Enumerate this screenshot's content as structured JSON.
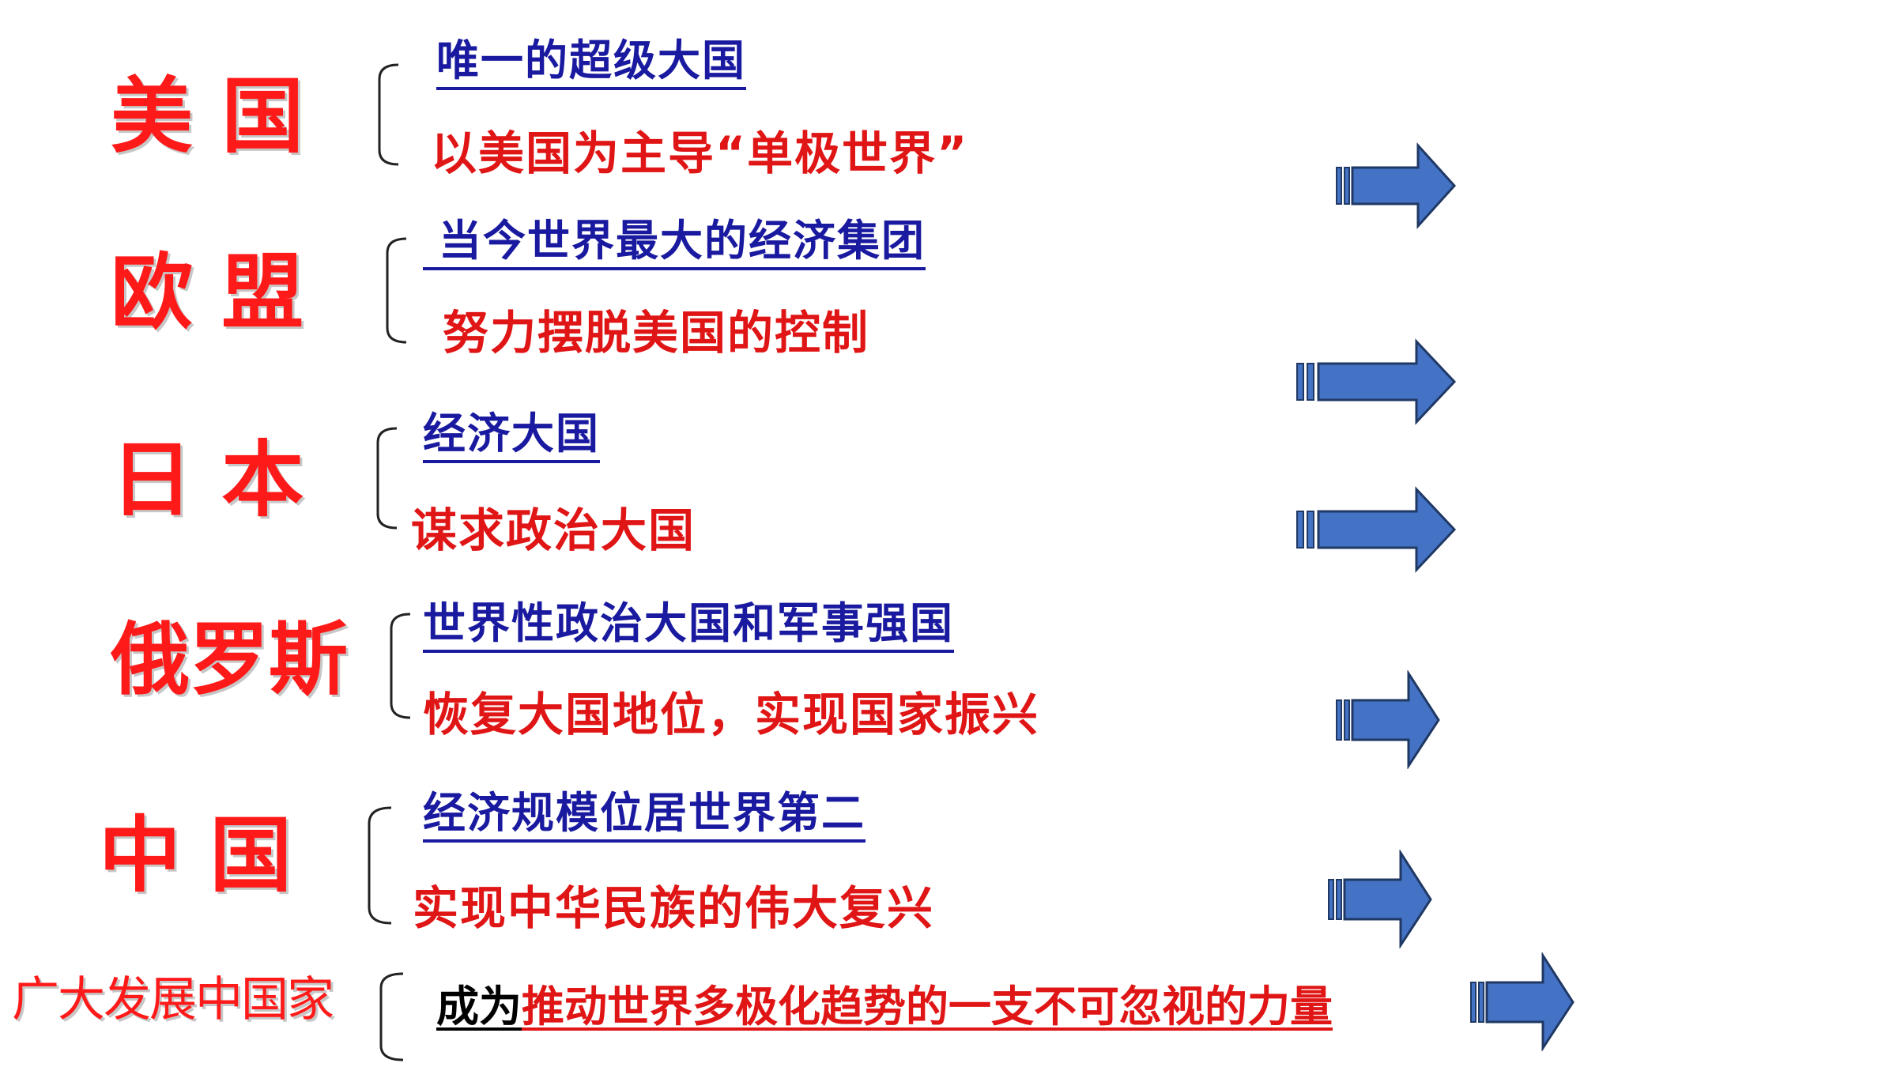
{
  "rows": [
    {
      "country": "美 国",
      "line1": "唯一的超级大国",
      "line2": "以美国为主导“单极世界”"
    },
    {
      "country": "欧 盟",
      "line1": "当今世界最大的经济集团",
      "line2": "努力摆脱美国的控制"
    },
    {
      "country": "日 本",
      "line1": "经济大国",
      "line2": "谋求政治大国"
    },
    {
      "country": "俄罗斯",
      "line1": "世界性政治大国和军事强国",
      "line2": "恢复大国地位，实现国家振兴"
    },
    {
      "country": "中 国",
      "line1": "经济规模位居世界第二",
      "line2": "实现中华民族的伟大复兴"
    }
  ],
  "developing": {
    "label": "广大发展中国家",
    "prefix": "成为",
    "text": "推动世界多极化趋势的一支不可忽视的力量"
  },
  "colors": {
    "country_red": "#ff1a1a",
    "blue_text": "#1a1aa0",
    "red_text": "#e01515",
    "arrow_fill": "#4472c4",
    "arrow_stroke": "#1f3864"
  },
  "icons": [
    "brace-icon",
    "arrow-right-icon"
  ]
}
